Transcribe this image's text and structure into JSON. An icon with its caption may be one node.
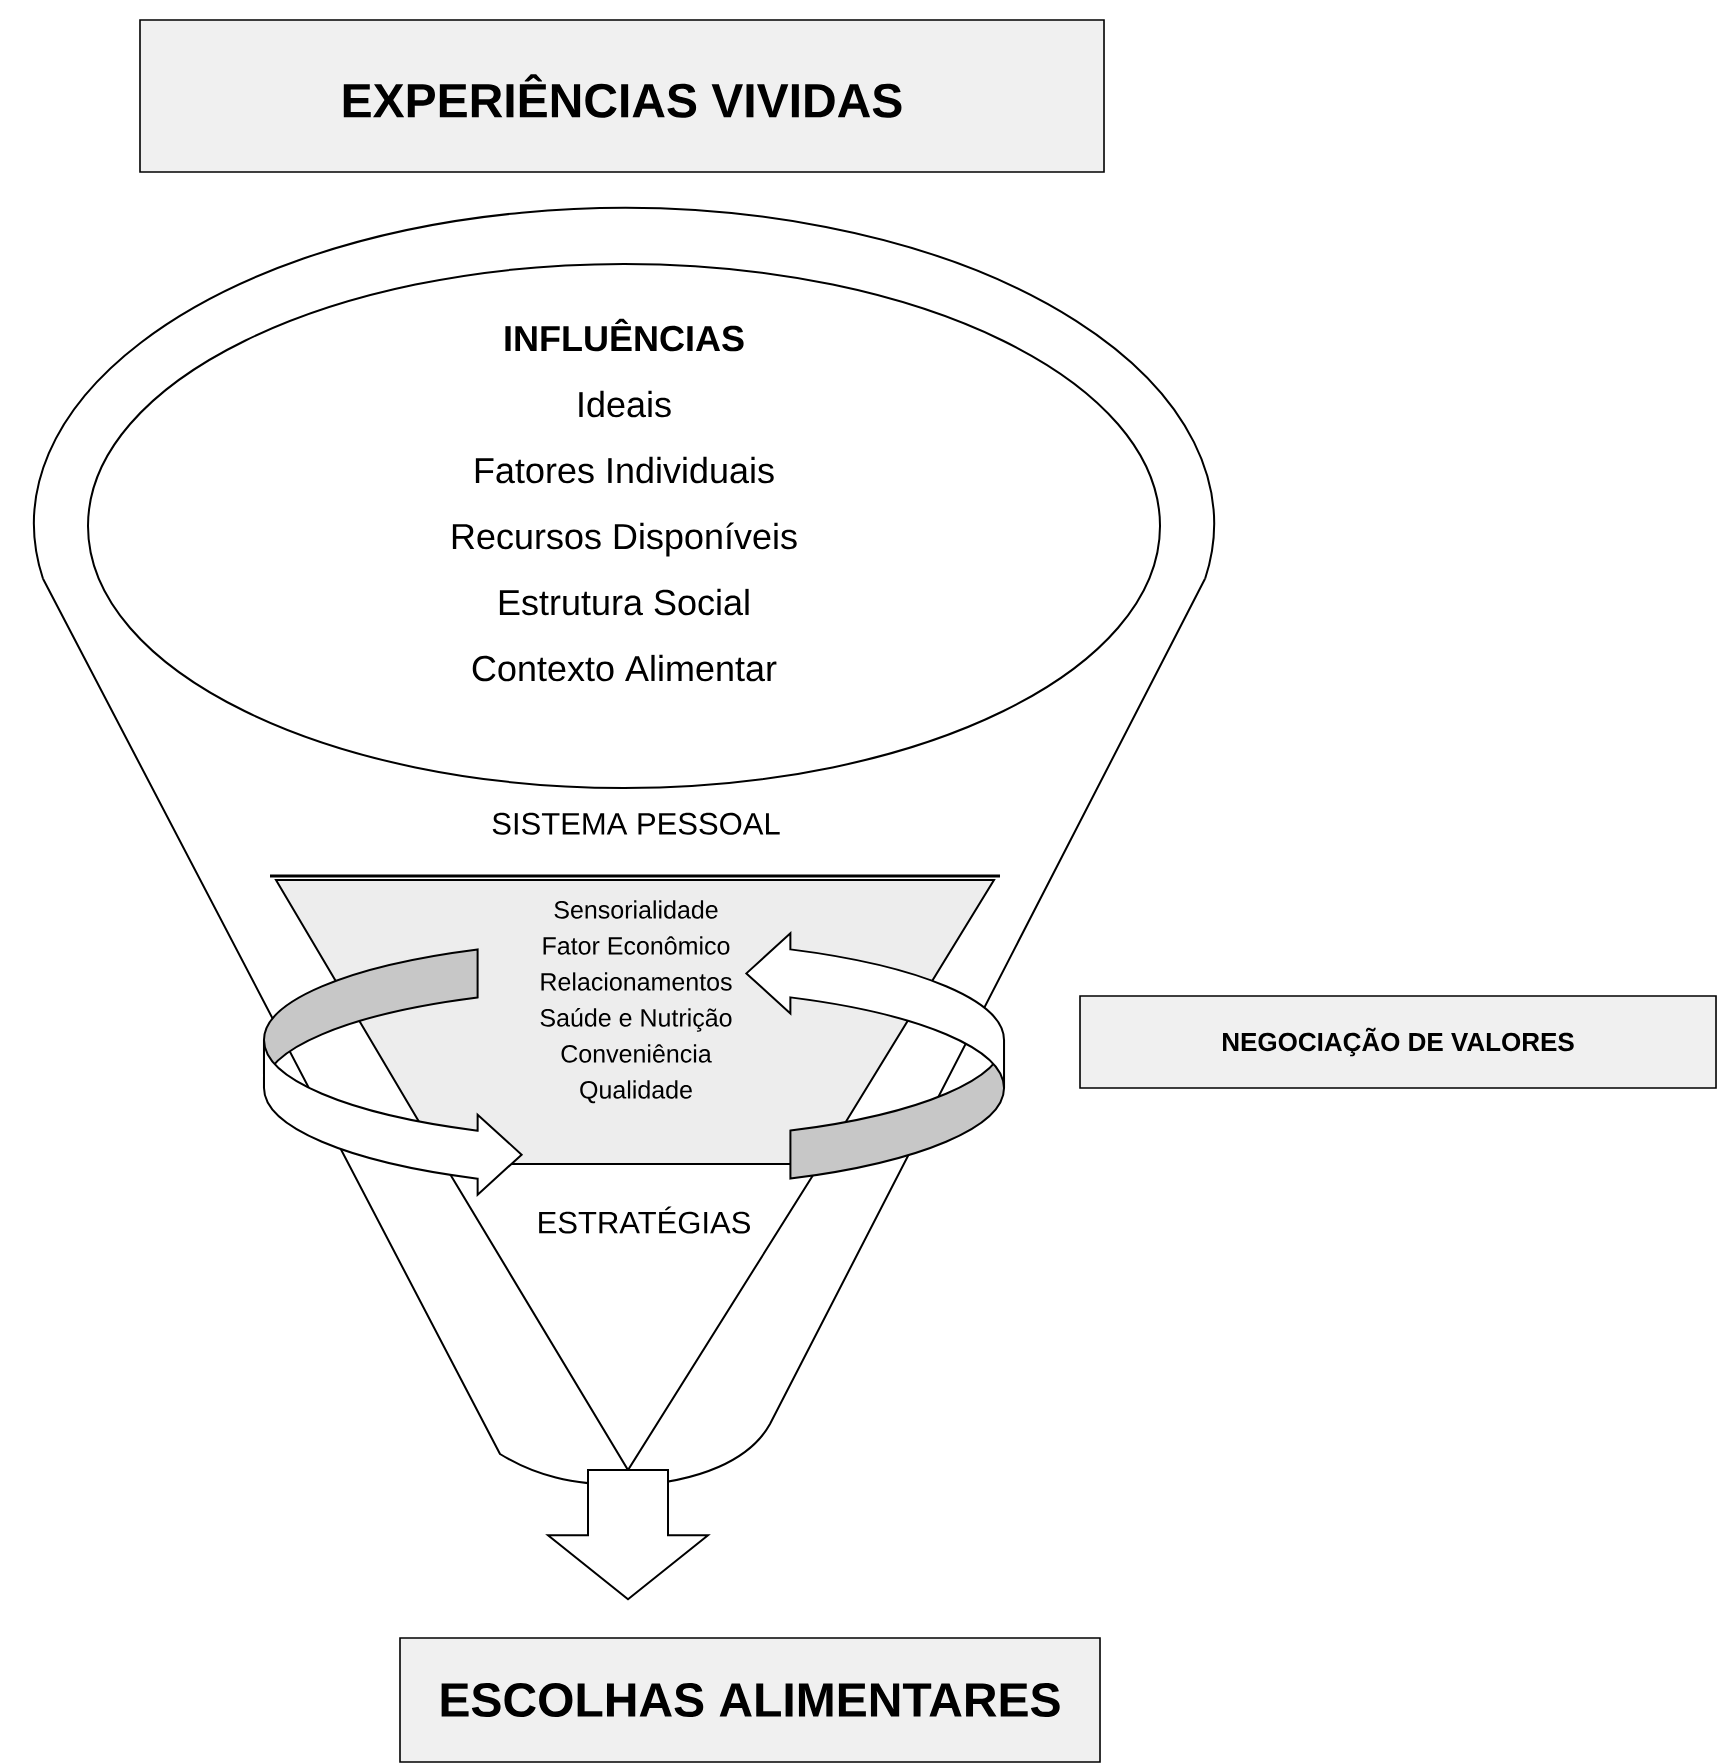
{
  "diagram": {
    "nodes": [
      {
        "text": [
          "EXPERIÊNCIAS VIVIDAS"
        ]
      },
      {
        "text": [],
        "shape": "funnel"
      },
      {
        "text": [
          "INFLUÊNCIAS",
          "Ideais",
          "Fatores Individuais",
          "Recursos Disponíveis",
          "Estrutura Social",
          "Contexto Alimentar"
        ],
        "in": 1
      },
      {
        "text": [
          "SISTEMA PESSOAL",
          "Sensorialidade",
          "Fator Econômico",
          "Relacionamentos",
          "Saúde e Nutrição",
          "Conveniência",
          "Qualidade"
        ],
        "in": 1
      },
      {
        "text": [
          "ESTRATÉGIAS"
        ],
        "in": 1
      },
      {
        "text": [
          "NEGOCIAÇÃO DE VALORES"
        ]
      },
      {
        "text": [
          "ESCOLHAS ALIMENTARES"
        ]
      }
    ],
    "edges": [
      {
        "from": 1,
        "to": 6,
        "arrow": "to"
      }
    ]
  }
}
